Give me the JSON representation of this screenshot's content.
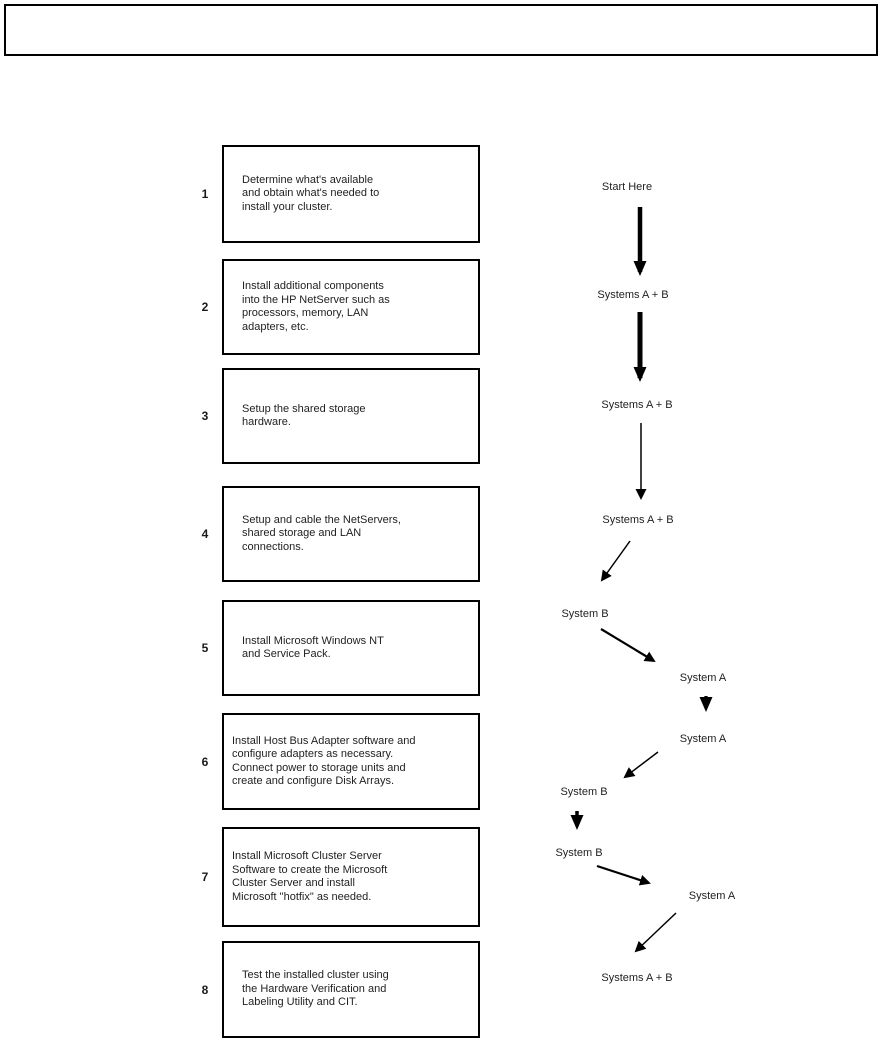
{
  "steps": [
    {
      "number": "1",
      "text": "Determine what's available\nand obtain what's needed to\ninstall your cluster."
    },
    {
      "number": "2",
      "text": "Install additional components\ninto the HP NetServer such as\nprocessors, memory, LAN\nadapters, etc."
    },
    {
      "number": "3",
      "text": "Setup the shared storage\nhardware."
    },
    {
      "number": "4",
      "text": "Setup and cable the NetServers,\nshared storage and LAN\nconnections."
    },
    {
      "number": "5",
      "text": "Install Microsoft Windows NT\nand Service Pack."
    },
    {
      "number": "6",
      "text": "Install Host Bus Adapter software and\nconfigure adapters as necessary.\nConnect power to storage units and\ncreate and configure Disk Arrays."
    },
    {
      "number": "7",
      "text": "Install Microsoft Cluster Server\nSoftware to create the Microsoft\nCluster Server and install\nMicrosoft \"hotfix\" as needed."
    },
    {
      "number": "8",
      "text": "Test the installed cluster using\nthe Hardware Verification and\nLabeling Utility and CIT."
    }
  ],
  "flow_labels": {
    "start": "Start Here",
    "sab1": "Systems A + B",
    "sab2": "Systems A + B",
    "sab3": "Systems A + B",
    "sb1": "System B",
    "sa1": "System A",
    "sa2": "System A",
    "sb2": "System B",
    "sb3": "System B",
    "sa3": "System A",
    "sab4": "Systems A + B"
  },
  "colors": {
    "line": "#000000",
    "text": "#1f1f1f",
    "background": "#ffffff"
  }
}
